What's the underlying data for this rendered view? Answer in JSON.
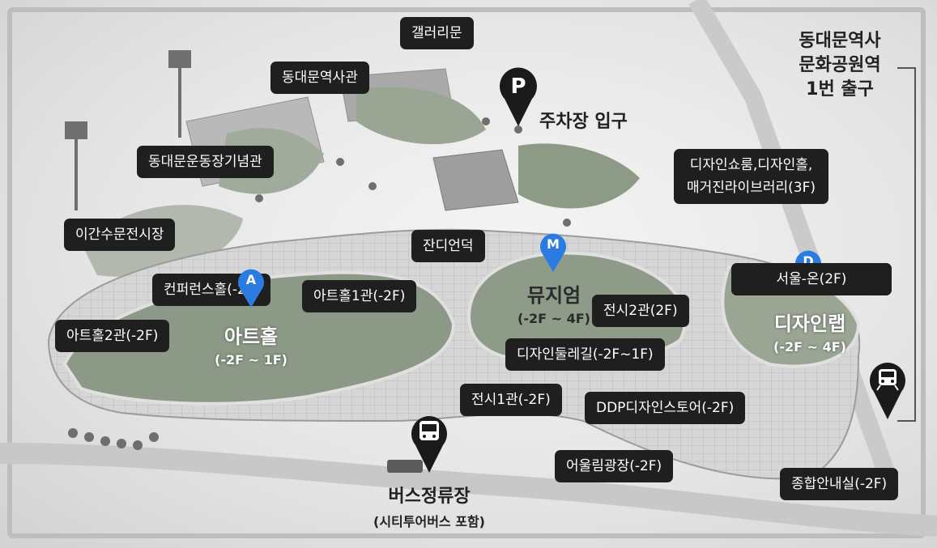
{
  "colors": {
    "label_bg": "#1f1f1f",
    "label_text": "#ffffff",
    "pin_blue": "#2b7be0",
    "pin_dark": "#1a1a1a",
    "lawn": "#8c9a86",
    "facade": "#cfcfcf"
  },
  "labels": {
    "gallery_gate": "갤러리문",
    "history_hall": "동대문역사관",
    "stadium_memorial": "동대문운동장기념관",
    "market": "이간수문전시장",
    "jandi_hill": "잔디언덕",
    "convention": "컨퍼런스홀(-2F)",
    "arthall1": "아트홀1관(-2F)",
    "arthall2": "아트홀2관(-2F)",
    "exhibition2": "전시2관(2F)",
    "design_trail": "디자인둘레길(-2F~1F)",
    "exhibition1": "전시1관(-2F)",
    "ddp_store": "DDP디자인스토어(-2F)",
    "eoullim": "어울림광장(-2F)",
    "info_center": "종합안내실(-2F)",
    "seoul_on": "서울-온(2F)",
    "showroom": [
      "디자인쇼룸,디자인홀,",
      "매거진라이브러리(3F)"
    ]
  },
  "areas": {
    "art_hall": {
      "name": "아트홀",
      "floors": "(-2F ~ 1F)"
    },
    "museum": {
      "name": "뮤지엄",
      "floors": "(-2F ~ 4F)"
    },
    "design_lab": {
      "name": "디자인랩",
      "floors": "(-2F ~ 4F)"
    }
  },
  "points": {
    "parking": {
      "symbol": "P",
      "label": "주차장 입구",
      "icon": "parking-icon"
    },
    "subway_exit": {
      "lines": [
        "동대문역사",
        "문화공원역",
        "1번 출구"
      ],
      "icon": "subway-icon"
    },
    "bus_stop": {
      "label": "버스정류장",
      "sub": "(시티투어버스 포함)",
      "icon": "bus-icon"
    },
    "museum_pin": {
      "symbol": "M",
      "icon": "museum-pin-icon"
    },
    "arthall_pin": {
      "symbol": "A",
      "icon": "arthall-pin-icon"
    },
    "designlab_pin": {
      "symbol": "D",
      "icon": "designlab-pin-icon"
    }
  }
}
